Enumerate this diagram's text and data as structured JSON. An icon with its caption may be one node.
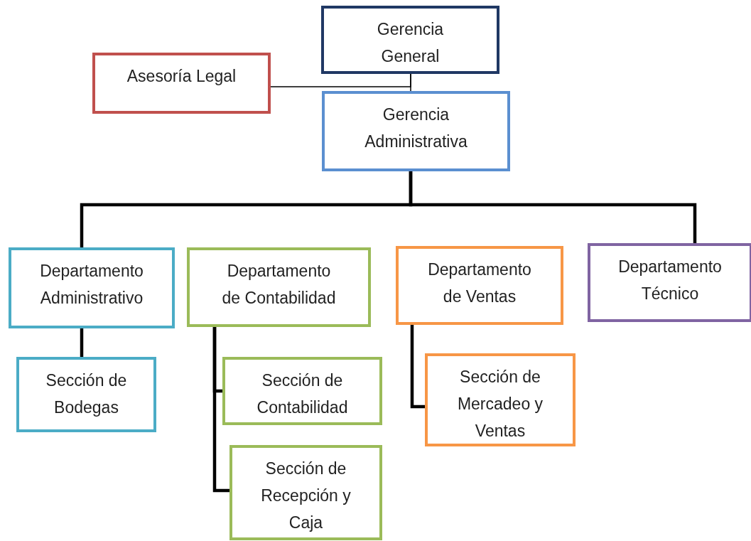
{
  "diagram": {
    "nodes": [
      {
        "text": [
          "Gerencia General"
        ]
      },
      {
        "text": [
          "Asesoría Legal"
        ]
      },
      {
        "text": [
          "Gerencia Administrativa"
        ]
      },
      {
        "text": [
          "Departamento Administrativo"
        ]
      },
      {
        "text": [
          "Departamento de Contabilidad"
        ]
      },
      {
        "text": [
          "Departamento de Ventas"
        ]
      },
      {
        "text": [
          "Departamento Técnico"
        ]
      },
      {
        "text": [
          "Sección de Bodegas"
        ]
      },
      {
        "text": [
          "Sección de Contabilidad"
        ]
      },
      {
        "text": [
          "Sección de Recepción y Caja"
        ]
      },
      {
        "text": [
          "Sección de Mercadeo y Ventas"
        ]
      }
    ],
    "edges": [
      {
        "from": 0,
        "to": 2,
        "arrow": "none"
      },
      {
        "from": 0,
        "to": 1,
        "arrow": "none"
      },
      {
        "from": 2,
        "to": 3,
        "arrow": "none"
      },
      {
        "from": 2,
        "to": 6,
        "arrow": "none"
      },
      {
        "from": 3,
        "to": 7,
        "arrow": "none"
      },
      {
        "from": 4,
        "to": 8,
        "arrow": "none"
      },
      {
        "from": 4,
        "to": 9,
        "arrow": "none"
      },
      {
        "from": 5,
        "to": 10,
        "arrow": "none"
      }
    ]
  }
}
